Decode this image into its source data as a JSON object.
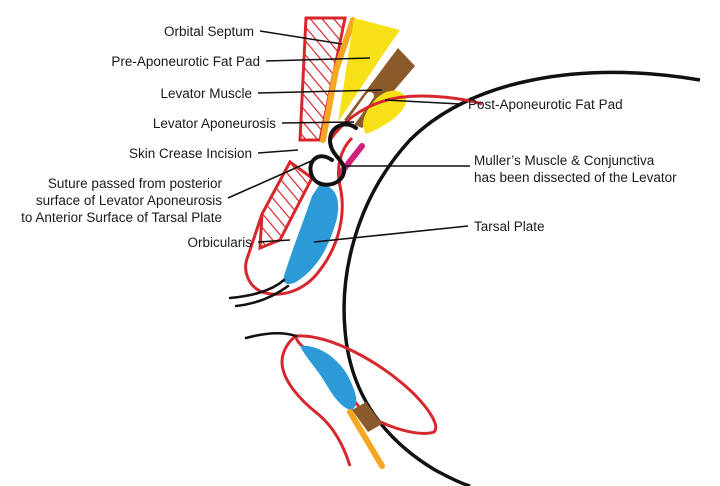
{
  "labels": {
    "orbital_septum": "Orbital Septum",
    "pre_aponeurotic_fat_pad": "Pre-Aponeurotic Fat Pad",
    "levator_muscle": "Levator Muscle",
    "levator_aponeurosis": "Levator Aponeurosis",
    "skin_crease_incision": "Skin Crease Incision",
    "suture_line1": "Suture passed from posterior",
    "suture_line2": "surface of Levator Aponeurosis",
    "suture_line3": "to Anterior Surface of Tarsal Plate",
    "orbicularis": "Orbicularis",
    "post_aponeurotic_fat_pad": "Post-Aponeurotic Fat Pad",
    "muller_line1": "Muller’s Muscle & Conjunctiva",
    "muller_line2": "has been dissected of the Levator",
    "tarsal_plate": "Tarsal Plate"
  },
  "colors": {
    "skin_outline": "#d7262c",
    "orbicularis_hatch": "#d7262c",
    "septum": "#f5a623",
    "pre_aponeurotic_fat": "#f7e017",
    "post_aponeurotic_fat": "#f7e017",
    "levator_muscle": "#8b5a2b",
    "tarsal_plate": "#2b9ad6",
    "muller_conjunctiva": "#d0217c",
    "globe": "#111111",
    "leader_lines": "#111111"
  }
}
